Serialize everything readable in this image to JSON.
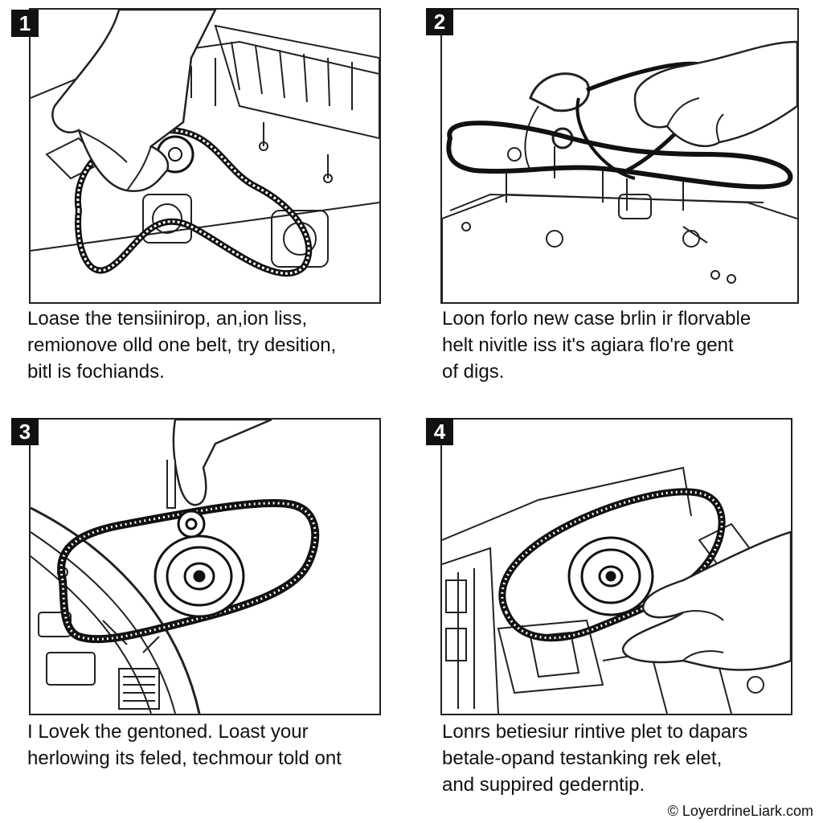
{
  "steps": [
    {
      "number": "1",
      "caption": [
        "Loase the tensiinirop, an,ion liss,",
        "remionove olld one belt, try desition,",
        "bitl is fochiands."
      ]
    },
    {
      "number": "2",
      "caption": [
        "Loon forlo new case brlin ir florvable",
        "helt nivitle iss it's agiara flo're gent",
        "of digs."
      ]
    },
    {
      "number": "3",
      "caption": [
        "I Lovek the gentoned. Loast your",
        "herlowing its feled, techmour told ont"
      ]
    },
    {
      "number": "4",
      "caption": [
        "Lonrs betiesiur rintive plet to dapars",
        "betale-opand testanking rek elet,",
        "and suppired gederntip."
      ]
    }
  ],
  "credit": "© LoyerdrineLiark.com"
}
